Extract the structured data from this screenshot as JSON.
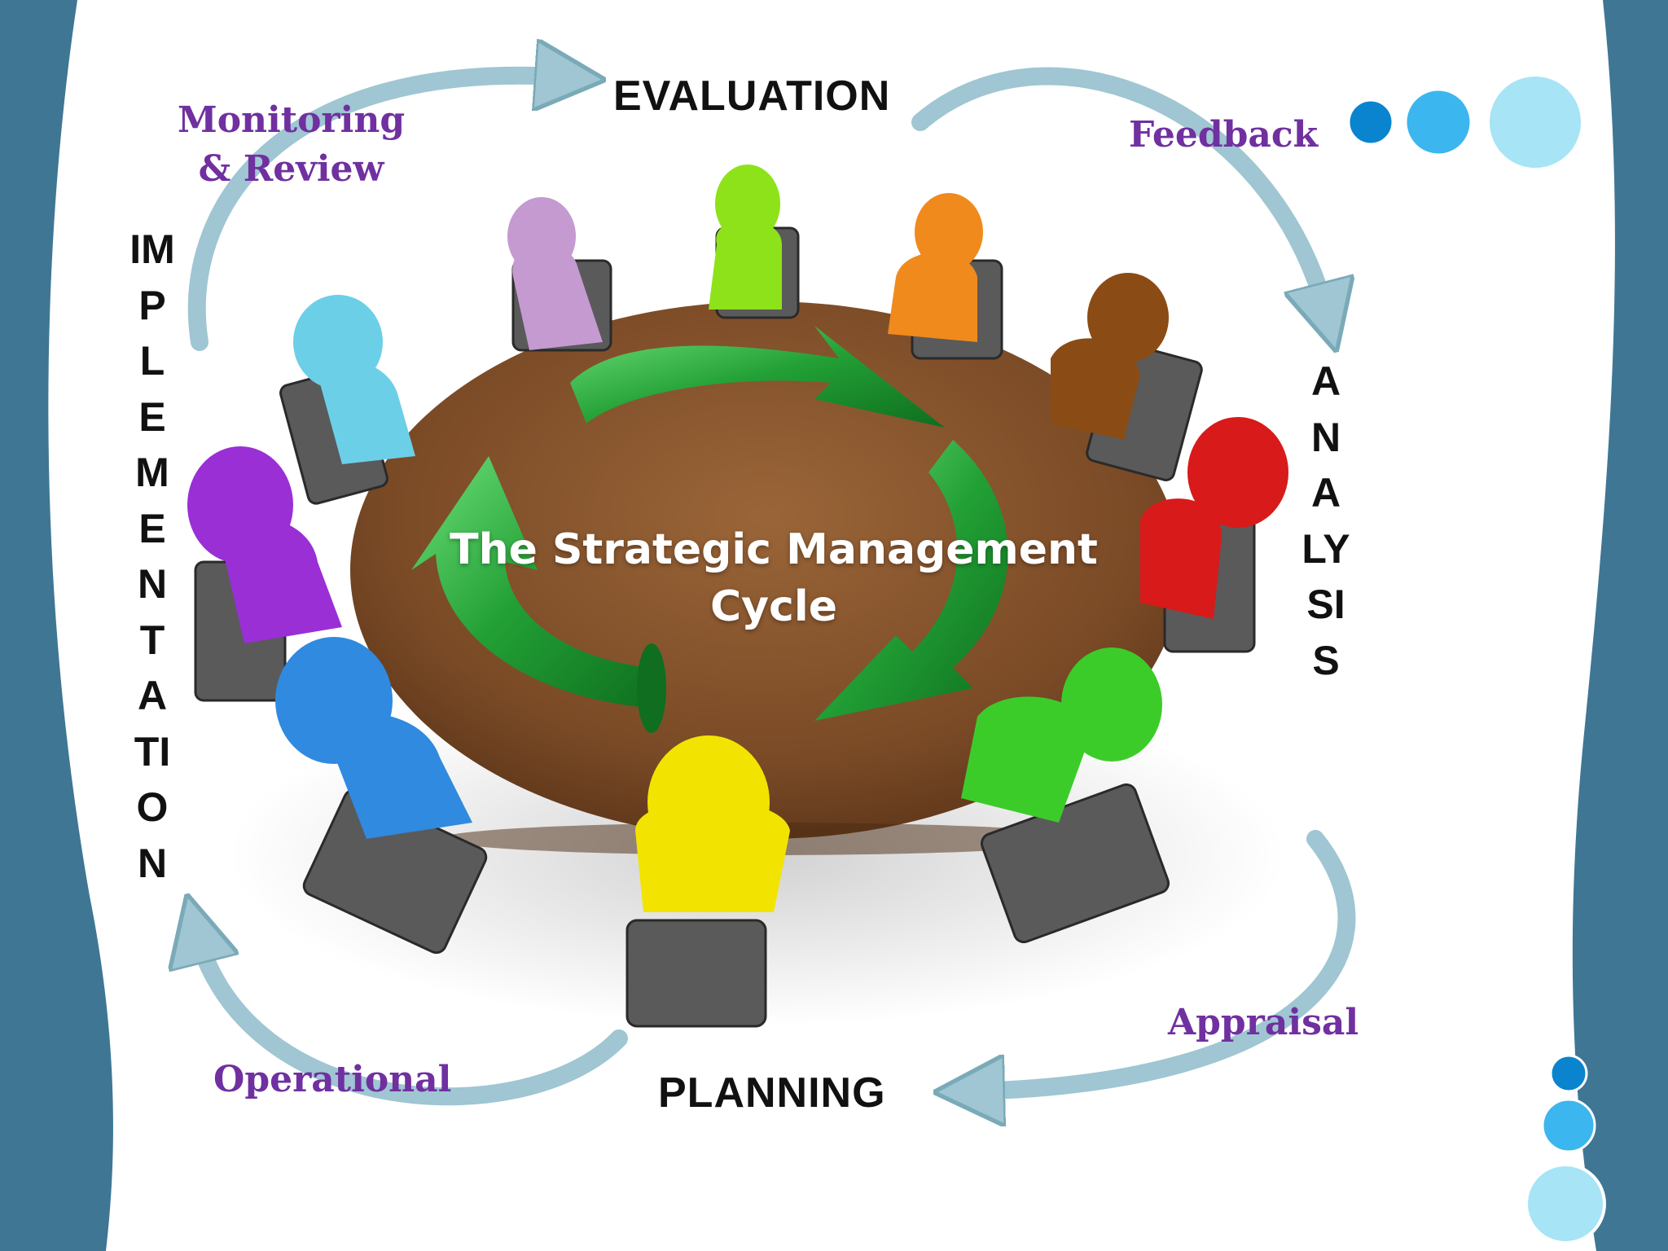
{
  "title": {
    "line1": "The Strategic Management",
    "line2": "Cycle"
  },
  "stages": {
    "top": "EVALUATION",
    "right": "ANALYSIS",
    "bottom": "PLANNING",
    "left": "IMPLEMENTATION"
  },
  "processes": {
    "monitoring_line1": "Monitoring",
    "monitoring_line2": "& Review",
    "feedback": "Feedback",
    "appraisal": "Appraisal",
    "operational": "Operational"
  },
  "colors": {
    "frame_blue": "#3f7694",
    "curved_arrow": "#9fc6d2",
    "process_text": "#7030a0",
    "table_wood": "#7a4a26",
    "cycle_arrow_green": "#22a035",
    "bubble_dark": "#0a84cf",
    "bubble_mid": "#3cb6ee",
    "bubble_light": "#a6e4f6"
  },
  "figures": [
    "lilac",
    "lime",
    "orange",
    "brown",
    "red",
    "green",
    "yellow",
    "blue",
    "purple",
    "light-blue"
  ]
}
